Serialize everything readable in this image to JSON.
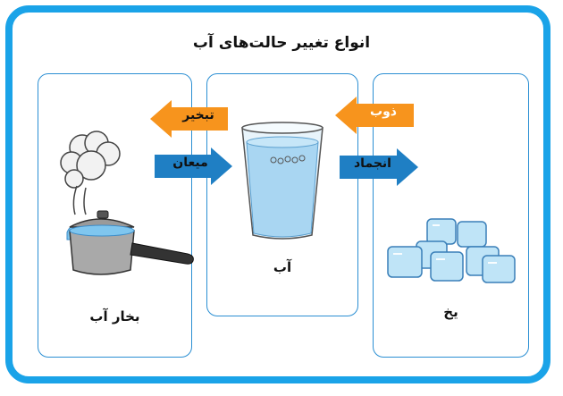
{
  "title": "انواع تغییر حالت‌های آب",
  "panels": {
    "steam": {
      "label": "بخار آب"
    },
    "water": {
      "label": "آب"
    },
    "ice": {
      "label": "یخ"
    }
  },
  "arrows": {
    "evaporation": {
      "label": "تبخیر",
      "direction": "left",
      "color": "#f7941d",
      "text_color": "#111111"
    },
    "condensation": {
      "label": "میعان",
      "direction": "right",
      "color": "#1f7fc4",
      "text_color": "#111111"
    },
    "melting": {
      "label": "ذوب",
      "direction": "left",
      "color": "#f7941d",
      "text_color": "#ffffff"
    },
    "freezing": {
      "label": "انجماد",
      "direction": "right",
      "color": "#1f7fc4",
      "text_color": "#111111"
    }
  },
  "colors": {
    "frame": "#1aa3e8",
    "panel_border": "#2b8fd3"
  },
  "icons": {
    "steam": "steaming-pot-icon",
    "water": "water-glass-icon",
    "ice": "ice-cubes-icon"
  }
}
